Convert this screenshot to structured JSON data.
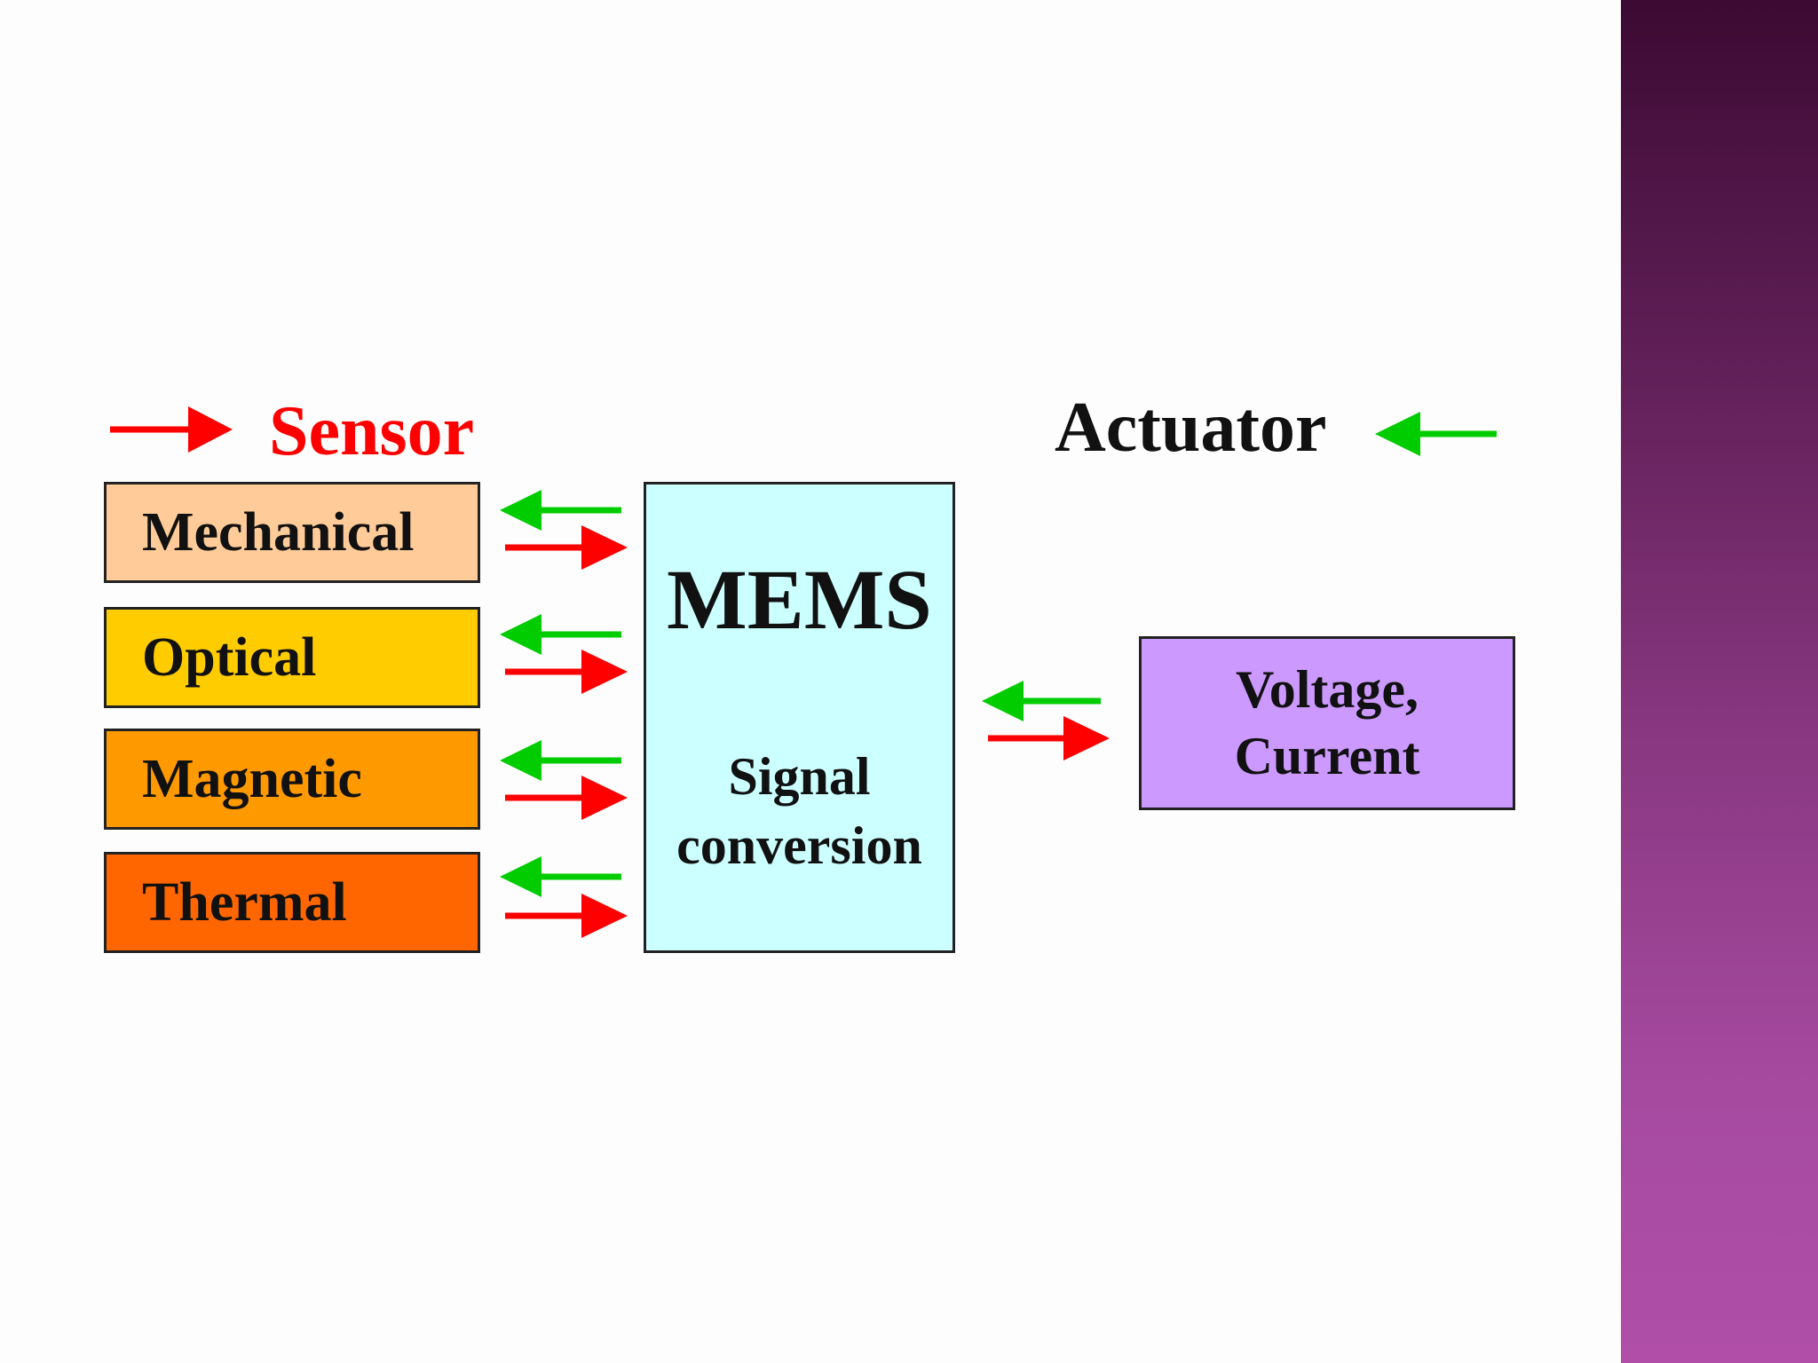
{
  "slide": {
    "sensor_label": "Sensor",
    "actuator_label": "Actuator",
    "domains": [
      {
        "label": "Mechanical",
        "color": "#ffcc99"
      },
      {
        "label": "Optical",
        "color": "#ffcc00"
      },
      {
        "label": "Magnetic",
        "color": "#ff9900"
      },
      {
        "label": "Thermal",
        "color": "#ff6600"
      }
    ],
    "mems": {
      "title": "MEMS",
      "line1": "Signal",
      "line2": "conversion"
    },
    "output": {
      "line1": "Voltage,",
      "line2": "Current"
    }
  },
  "colors": {
    "sensor_arrow": "#ff0000",
    "actuator_arrow": "#00cc00",
    "sensor_text": "#ff0000",
    "mems_box": "#ccffff",
    "output_box": "#cc99ff"
  }
}
